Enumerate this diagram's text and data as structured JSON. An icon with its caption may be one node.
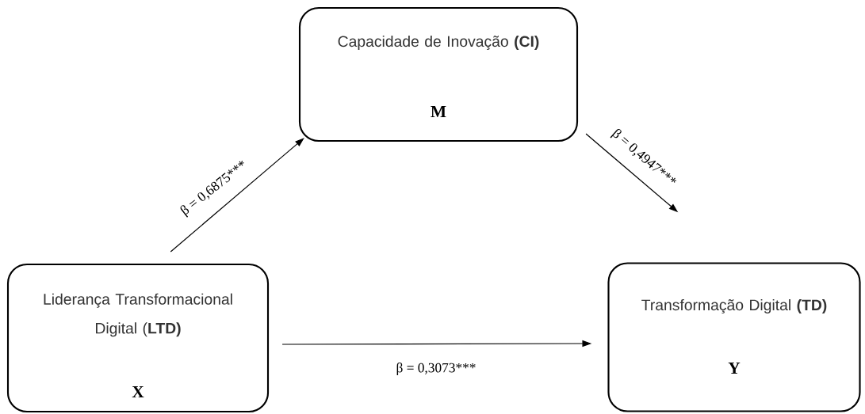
{
  "diagram": {
    "nodes": [
      {
        "text": [
          "Liderança Transformacional Digital (**LTD)**",
          "X"
        ]
      },
      {
        "text": [
          "Capacidade de Inovação **(CI)**",
          "M"
        ]
      },
      {
        "text": [
          "Transformação Digital **(TD)**",
          "Y"
        ]
      }
    ],
    "edges": [
      {
        "from": 0,
        "to": 1,
        "arrow": "to",
        "label": "β = 0,6875***"
      },
      {
        "from": 1,
        "to": 2,
        "arrow": "to",
        "label": "β = 0,4947***"
      },
      {
        "from": 0,
        "to": 2,
        "arrow": "to",
        "label": "β = 0,3073***"
      }
    ]
  }
}
